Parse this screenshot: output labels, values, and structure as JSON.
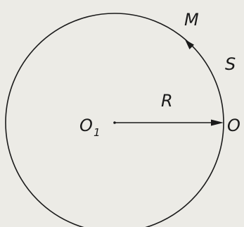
{
  "diagram": {
    "labels": {
      "M": "M",
      "S": "S",
      "R": "R",
      "O1_base": "O",
      "O1_sub": "1",
      "O": "O"
    },
    "colors": {
      "line": "#1a1a1a",
      "background": "#ecebe6"
    }
  }
}
